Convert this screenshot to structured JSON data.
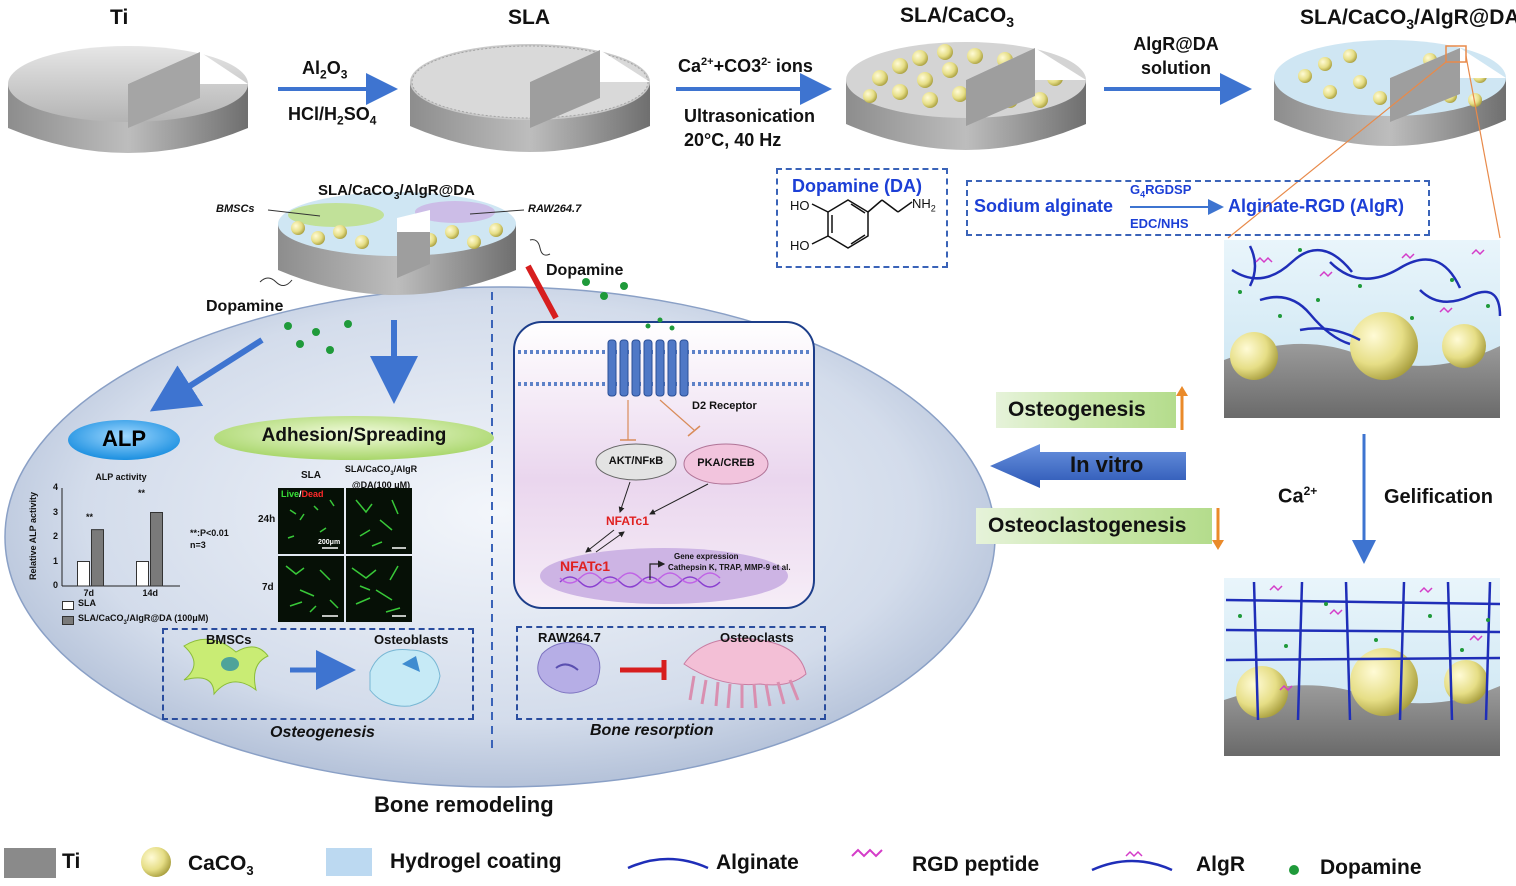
{
  "stages": {
    "ti": "Ti",
    "sla": "SLA",
    "sla_caco3_pre": "SLA/CaCO",
    "sla_caco3_sub": "3",
    "final_pre": "SLA/CaCO",
    "final_sub": "3",
    "final_post": "/AlgR@DA"
  },
  "step1": {
    "top_pre": "Al",
    "top_sub1": "2",
    "top_mid": "O",
    "top_sub2": "3",
    "bottom_pre": "HCl/H",
    "bottom_sub": "2",
    "bottom_post": "SO",
    "bottom_sub2": "4"
  },
  "step2": {
    "line1_pre": "Ca",
    "line1_sup1": "2+",
    "line1_mid": "+CO3",
    "line1_sup2": "2-",
    "line1_post": " ions",
    "line2": "Ultrasonication",
    "line3": "20°C, 40 Hz"
  },
  "step3": {
    "line1": "AlgR@DA",
    "line2": "solution"
  },
  "dopamine_box": {
    "title": "Dopamine (DA)",
    "ho1": "HO",
    "ho2": "HO",
    "nh2": "NH",
    "nh2_sub": "2"
  },
  "alginate_box": {
    "left": "Sodium alginate",
    "top_pre": "G",
    "top_sub": "4",
    "top_post": "RGDSP",
    "bottom": "EDC/NHS",
    "right": "Alginate-RGD (AlgR)"
  },
  "left_panel": {
    "sample_pre": "SLA/CaCO",
    "sample_sub": "3",
    "sample_post": "/AlgR@DA",
    "bmscs": "BMSCs",
    "raw": "RAW264.7",
    "dopamine_left": "Dopamine",
    "dopamine_right": "Dopamine",
    "alp": "ALP",
    "adhesion": "Adhesion/Spreading",
    "alp_chart_title": "ALP activity",
    "alp_ylabel": "Relative ALP activity",
    "alp_note1": "**:P<0.01",
    "alp_note2": "n=3",
    "alp_legend1": "SLA",
    "alp_legend2_pre": "SLA/CaCO",
    "alp_legend2_sub": "3",
    "alp_legend2_post": "/AlgR@DA (100μM)",
    "sig": "**",
    "live_col1": "SLA",
    "live_col2_l1_pre": "SLA/CaCO",
    "live_col2_l1_sub": "3",
    "live_col2_l1_post": "/AlgR",
    "live_col2_l2": "@DA(100 μM)",
    "live": "Live",
    "slash": "/",
    "dead": "Dead",
    "row1": "24h",
    "row2": "7d",
    "scale": "200μm",
    "osteo_from": "BMSCs",
    "osteo_to": "Osteoblasts",
    "osteogenesis": "Osteogenesis",
    "d2": "D2 Receptor",
    "akt": "AKT/NFκB",
    "pka": "PKA/CREB",
    "nfatc1_a": "NFATc1",
    "nfatc1_b": "NFATc1",
    "gene1": "Gene expression",
    "gene2": "Cathepsin K, TRAP, MMP-9 et al.",
    "raw2": "RAW264.7",
    "osteoclasts": "Osteoclasts",
    "resorption": "Bone resorption",
    "bone_remodeling": "Bone remodeling"
  },
  "alp_chart": {
    "type": "bar",
    "categories": [
      "7d",
      "14d"
    ],
    "series": [
      {
        "name": "SLA",
        "values": [
          1.0,
          1.0
        ]
      },
      {
        "name": "SLA/CaCO3/AlgR@DA (100μM)",
        "values": [
          2.3,
          3.0
        ]
      }
    ],
    "ylim": [
      0,
      4
    ],
    "yticks": [
      "0",
      "1",
      "2",
      "3",
      "4"
    ],
    "ylabel": "Relative ALP activity",
    "title": "ALP activity"
  },
  "invitro": {
    "osteogenesis": "Osteogenesis",
    "label": "In vitro",
    "osteoclastogenesis": "Osteoclastogenesis"
  },
  "gel": {
    "ca_pre": "Ca",
    "ca_sup": "2+",
    "label": "Gelification"
  },
  "legend": {
    "ti": "Ti",
    "caco3_pre": "CaCO",
    "caco3_sub": "3",
    "hydrogel": "Hydrogel coating",
    "alginate": "Alginate",
    "rgd": "RGD peptide",
    "algr": "AlgR",
    "dopamine": "Dopamine"
  },
  "colors": {
    "blue_text": "#1c3fd6",
    "red_text": "#e02020",
    "arrow_blue": "#3e74d0",
    "gray_ti": "#8a8a8a",
    "caco3": "#e8e29a",
    "green_box": "#c8e6a8",
    "orange_arrow": "#ea8a2a",
    "dopamine_green": "#1f9a3a"
  }
}
